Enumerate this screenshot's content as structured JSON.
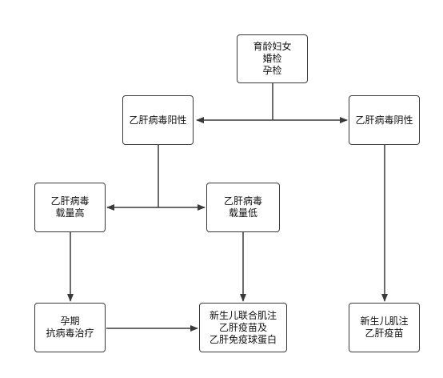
{
  "nodes": {
    "women": [
      "育龄妇女",
      "婚检",
      "孕检"
    ],
    "positive": [
      "乙肝病毒阳性"
    ],
    "negative": [
      "乙肝病毒阴性"
    ],
    "high_load": [
      "乙肝病毒",
      "载量高"
    ],
    "low_load": [
      "乙肝病毒",
      "载量低"
    ],
    "antiviral": [
      "孕期",
      "抗病毒治疗"
    ],
    "combined": [
      "新生儿联合肌注",
      "乙肝疫苗及",
      "乙肝免疫球蛋白"
    ],
    "vaccine_only": [
      "新生儿肌注",
      "乙肝疫苗"
    ]
  },
  "colors": {
    "line": "#3a3a3a",
    "border": "#3a3a3a",
    "text": "#111111"
  }
}
